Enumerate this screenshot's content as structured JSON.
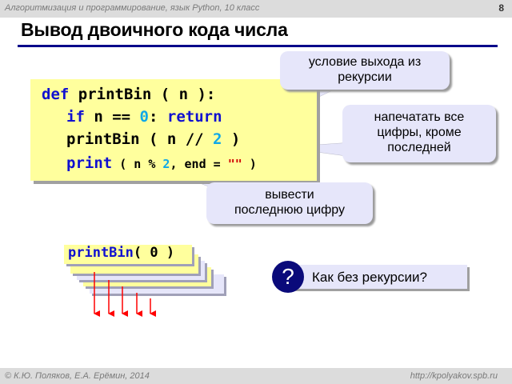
{
  "header": {
    "course": "Алгоритмизация и программирование, язык Python, 10 класс",
    "page_number": "8"
  },
  "slide": {
    "title": "Вывод двоичного кода числа",
    "accent_color": "#0a0a8a",
    "code_background": "#ffff9d",
    "code": {
      "line1": {
        "kw": "def",
        "name": " printBin ( n ):"
      },
      "line2": {
        "kw_if": "if",
        "cond": " n == ",
        "zero": "0",
        "colon": ": ",
        "kw_return": "return"
      },
      "line3": {
        "call": "printBin ( n // ",
        "two": "2",
        "close": " )"
      },
      "line4": {
        "kw": "print",
        "open": " ( n % ",
        "two": "2",
        "rest": ", end = ",
        "str": "\"\"",
        "close": " )"
      }
    },
    "callouts": {
      "exit_condition": [
        "условие выхода из",
        "рекурсии"
      ],
      "print_all_digits": [
        "напечатать все",
        "цифры, кроме",
        "последней"
      ],
      "print_last_digit": [
        "вывести",
        "последнюю цифру"
      ]
    },
    "recursion_stack": {
      "top_card": {
        "name": "printBin",
        "arg": "( 0 )"
      },
      "card_count": 5,
      "arrow_count": 5,
      "arrow_color": "#ff0000"
    },
    "question": {
      "icon": "question-mark-icon",
      "text": "Как без рекурсии?"
    }
  },
  "footer": {
    "copyright": "© К.Ю. Поляков, Е.А. Ерёмин, 2014",
    "url": "http://kpolyakov.spb.ru"
  }
}
